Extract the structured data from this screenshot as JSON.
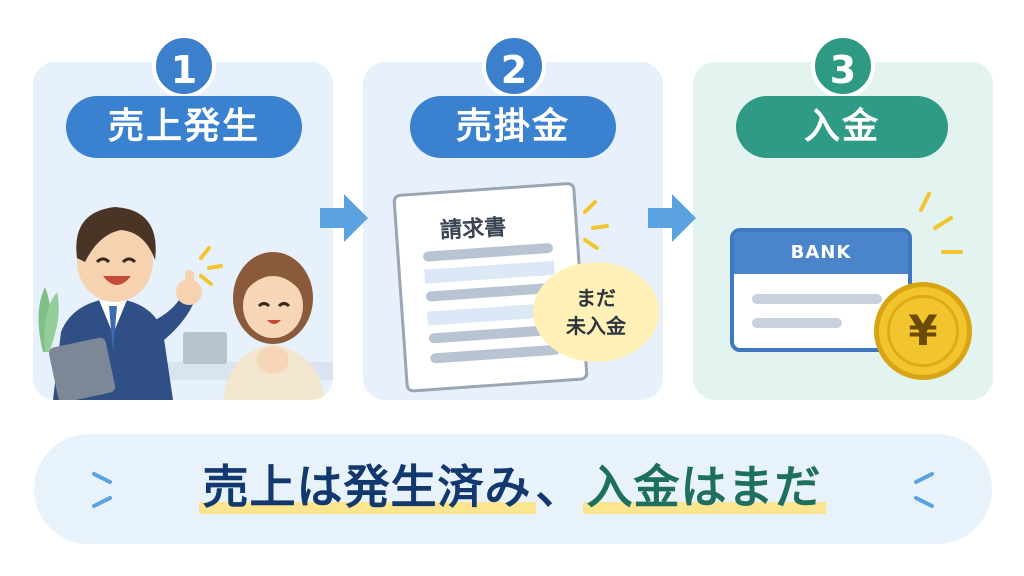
{
  "steps": [
    {
      "number": "1",
      "label": "売上発生"
    },
    {
      "number": "2",
      "label": "売掛金"
    },
    {
      "number": "3",
      "label": "入金"
    }
  ],
  "invoice": {
    "title": "請求書"
  },
  "bubble": {
    "line1": "まだ",
    "line2": "未入金"
  },
  "bank": {
    "label": "BANK"
  },
  "coin": {
    "symbol": "¥"
  },
  "summary": {
    "part1": "売上は発生済み",
    "separator": "、",
    "part2": "入金はまだ"
  },
  "colors": {
    "blue": "#3a82cf",
    "green": "#2f9b86",
    "highlight": "#fbe58f",
    "coin": "#f2c52e"
  }
}
